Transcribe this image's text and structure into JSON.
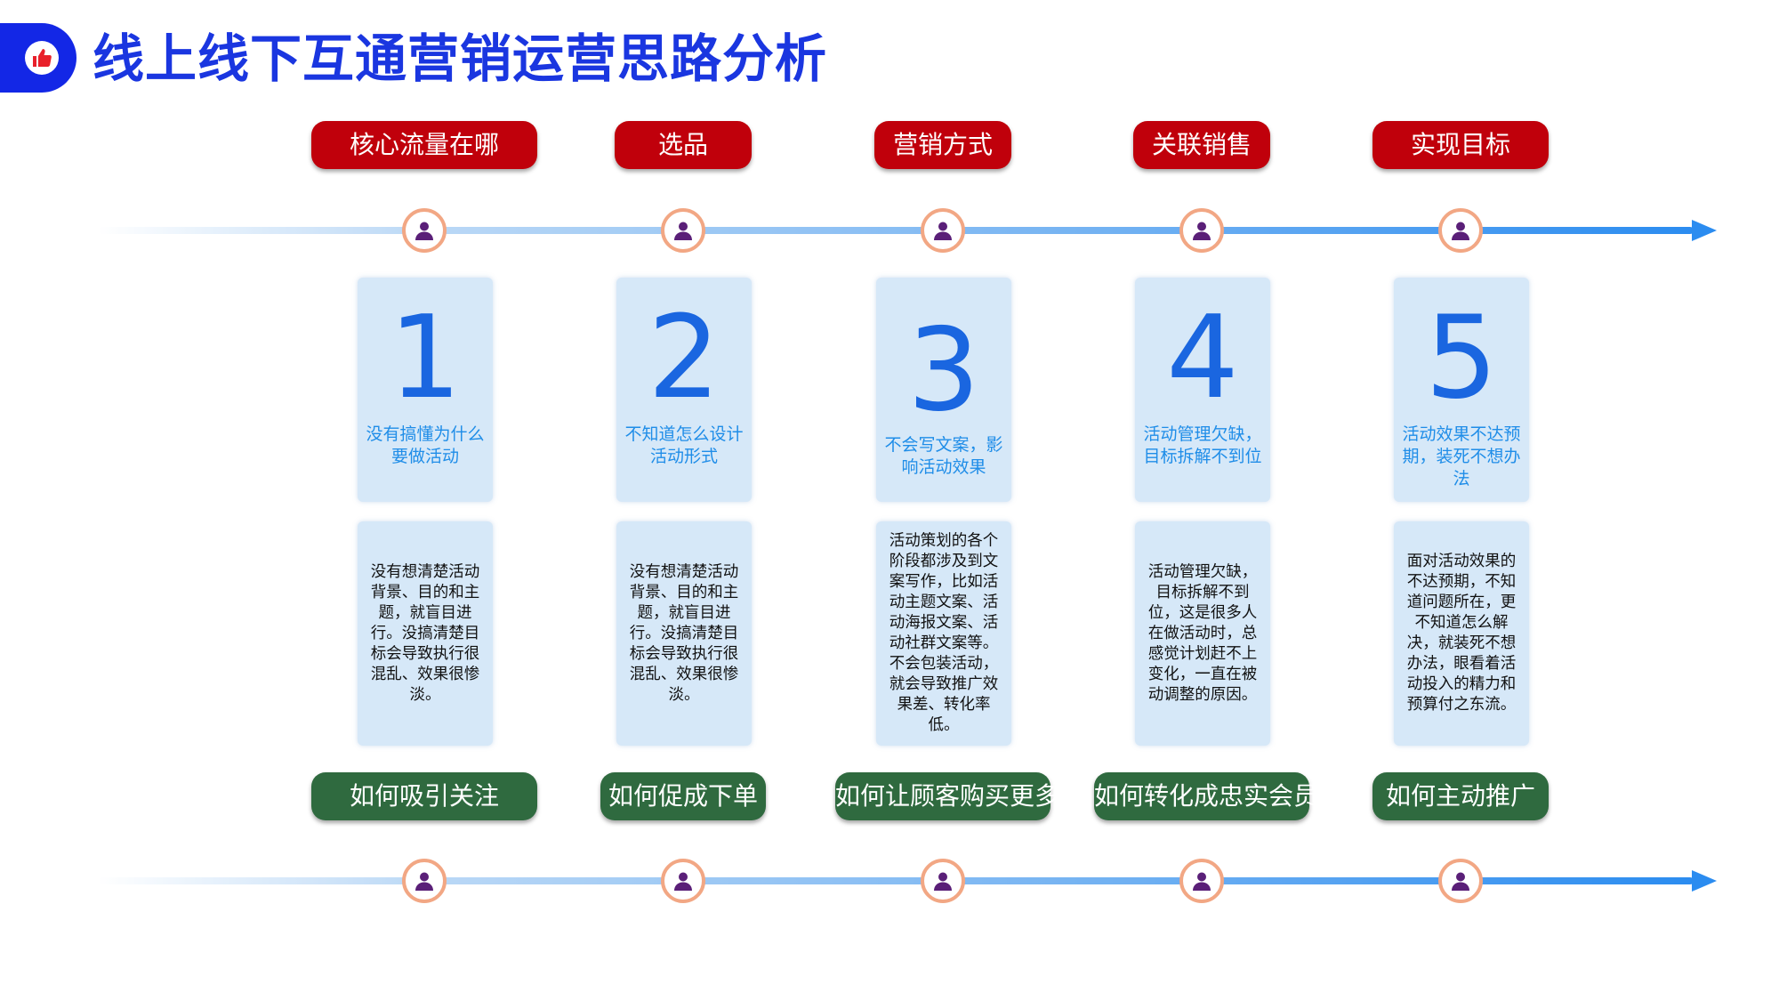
{
  "page_title": "线上线下互通营销运营思路分析",
  "icons": {
    "logo": "thumbs-up-icon",
    "node": "person-icon"
  },
  "colors": {
    "title": "#1a36e0",
    "logo_tab": "#1327e6",
    "pill_red": "#c0000b",
    "pill_green": "#2f6a3f",
    "card_bg": "#d6e8f8",
    "digit": "#1a66e0",
    "node_border": "#f2a784",
    "timeline": "#2b8cf0"
  },
  "columns": [
    {
      "top_label": "核心流量在哪",
      "number": "1",
      "subtitle": "没有搞懂为什么要做活动",
      "description": "没有想清楚活动背景、目的和主题，就盲目进行。没搞清楚目标会导致执行很混乱、效果很惨淡。",
      "bottom_label": "如何吸引关注"
    },
    {
      "top_label": "选品",
      "number": "2",
      "subtitle": "不知道怎么设计活动形式",
      "description": "没有想清楚活动背景、目的和主题，就盲目进行。没搞清楚目标会导致执行很混乱、效果很惨淡。",
      "bottom_label": "如何促成下单"
    },
    {
      "top_label": "营销方式",
      "number": "3",
      "subtitle": "不会写文案，影响活动效果",
      "description": "活动策划的各个阶段都涉及到文案写作，比如活动主题文案、活动海报文案、活动社群文案等。不会包装活动，就会导致推广效果差、转化率低。",
      "bottom_label": "如何让顾客购买更多"
    },
    {
      "top_label": "关联销售",
      "number": "4",
      "subtitle": "活动管理欠缺，目标拆解不到位",
      "description": "活动管理欠缺，目标拆解不到位，这是很多人在做活动时，总感觉计划赶不上变化，一直在被动调整的原因。",
      "bottom_label": "如何转化成忠实会员"
    },
    {
      "top_label": "实现目标",
      "number": "5",
      "subtitle": "活动效果不达预期，装死不想办法",
      "description": "面对活动效果的不达预期，不知道问题所在，更不知道怎么解决，就装死不想办法，眼看着活动投入的精力和预算付之东流。",
      "bottom_label": "如何主动推广"
    }
  ]
}
